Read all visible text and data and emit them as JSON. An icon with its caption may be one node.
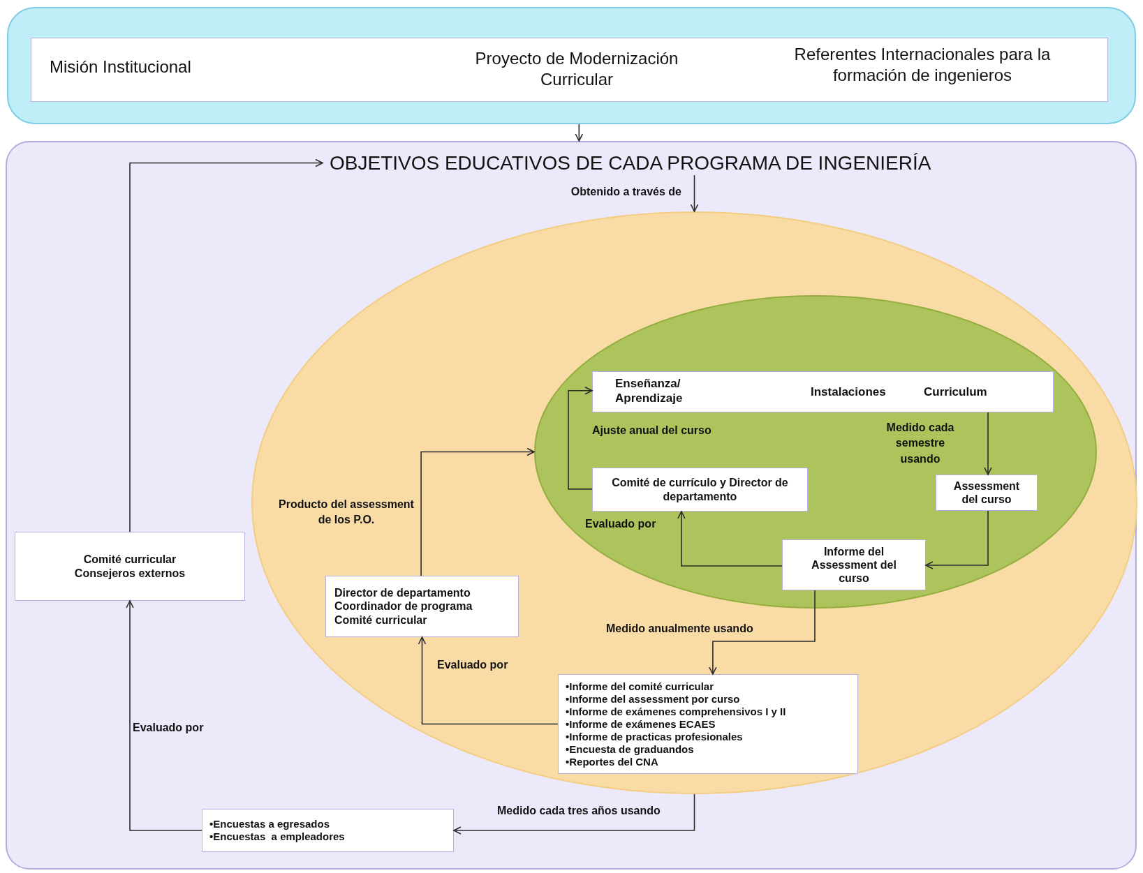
{
  "diagram": {
    "nodes": [
      {
        "text": [],
        "shape": "box"
      },
      {
        "text": [
          "Misión Institucional",
          "Proyecto de Modernización Curricular",
          "Referentes Internacionales para la formación de ingenieros"
        ],
        "in": 0
      },
      {
        "text": [
          "OBJETIVOS EDUCATIVOS DE CADA PROGRAMA DE INGENIERÍA"
        ]
      },
      {
        "text": [],
        "shape": "ellipse",
        "in": 2
      },
      {
        "text": [],
        "shape": "ellipse",
        "in": 3
      },
      {
        "text": [
          "Enseñanza/ Aprendizaje",
          "Instalaciones",
          "Curriculum"
        ],
        "in": 4
      },
      {
        "text": [
          "Comité de currículo y Director de departamento"
        ],
        "in": 4
      },
      {
        "text": [
          "Assessment del curso"
        ],
        "in": 4
      },
      {
        "text": [
          "Informe del Assessment del curso"
        ],
        "in": 4
      },
      {
        "text": [
          "Director de departamento",
          "Coordinador de programa",
          "Comité curricular"
        ],
        "in": 3
      },
      {
        "text": [
          "•Informe del comité curricular",
          "•Informe del assessment por curso",
          "•Informe de exámenes comprehensivos I y II",
          "•Informe de exámenes ECAES",
          "•Informe de practicas profesionales",
          "•Encuesta de graduandos",
          "•Reportes del CNA"
        ],
        "in": 3
      },
      {
        "text": [
          "Comité curricular",
          "Consejeros externos"
        ],
        "in": 2
      },
      {
        "text": [
          "•Encuestas a egresados",
          "•Encuestas  a empleadores"
        ],
        "in": 2
      }
    ],
    "edges": [
      {
        "from": 0,
        "to": 2,
        "arrow": "to"
      },
      {
        "from": 2,
        "to": 3,
        "arrow": "to",
        "label": "Obtenido a través de"
      },
      {
        "from": 5,
        "to": 7,
        "arrow": "to",
        "label": "Medido cada semestre usando"
      },
      {
        "from": 7,
        "to": 8,
        "arrow": "to"
      },
      {
        "from": 8,
        "to": 6,
        "arrow": "to",
        "label": "Evaluado por"
      },
      {
        "from": 6,
        "to": 5,
        "arrow": "to",
        "label": "Ajuste anual del curso"
      },
      {
        "from": 9,
        "to": 4,
        "arrow": "to",
        "label": "Producto del assessment de los P.O."
      },
      {
        "from": 8,
        "to": 10,
        "arrow": "to",
        "label": "Medido anualmente usando"
      },
      {
        "from": 10,
        "to": 9,
        "arrow": "to",
        "label": "Evaluado por"
      },
      {
        "from": 3,
        "to": 12,
        "arrow": "to",
        "label": "Medido cada tres años usando"
      },
      {
        "from": 12,
        "to": 11,
        "arrow": "to",
        "label": "Evaluado por"
      },
      {
        "from": 11,
        "to": 2,
        "arrow": "to"
      }
    ]
  }
}
